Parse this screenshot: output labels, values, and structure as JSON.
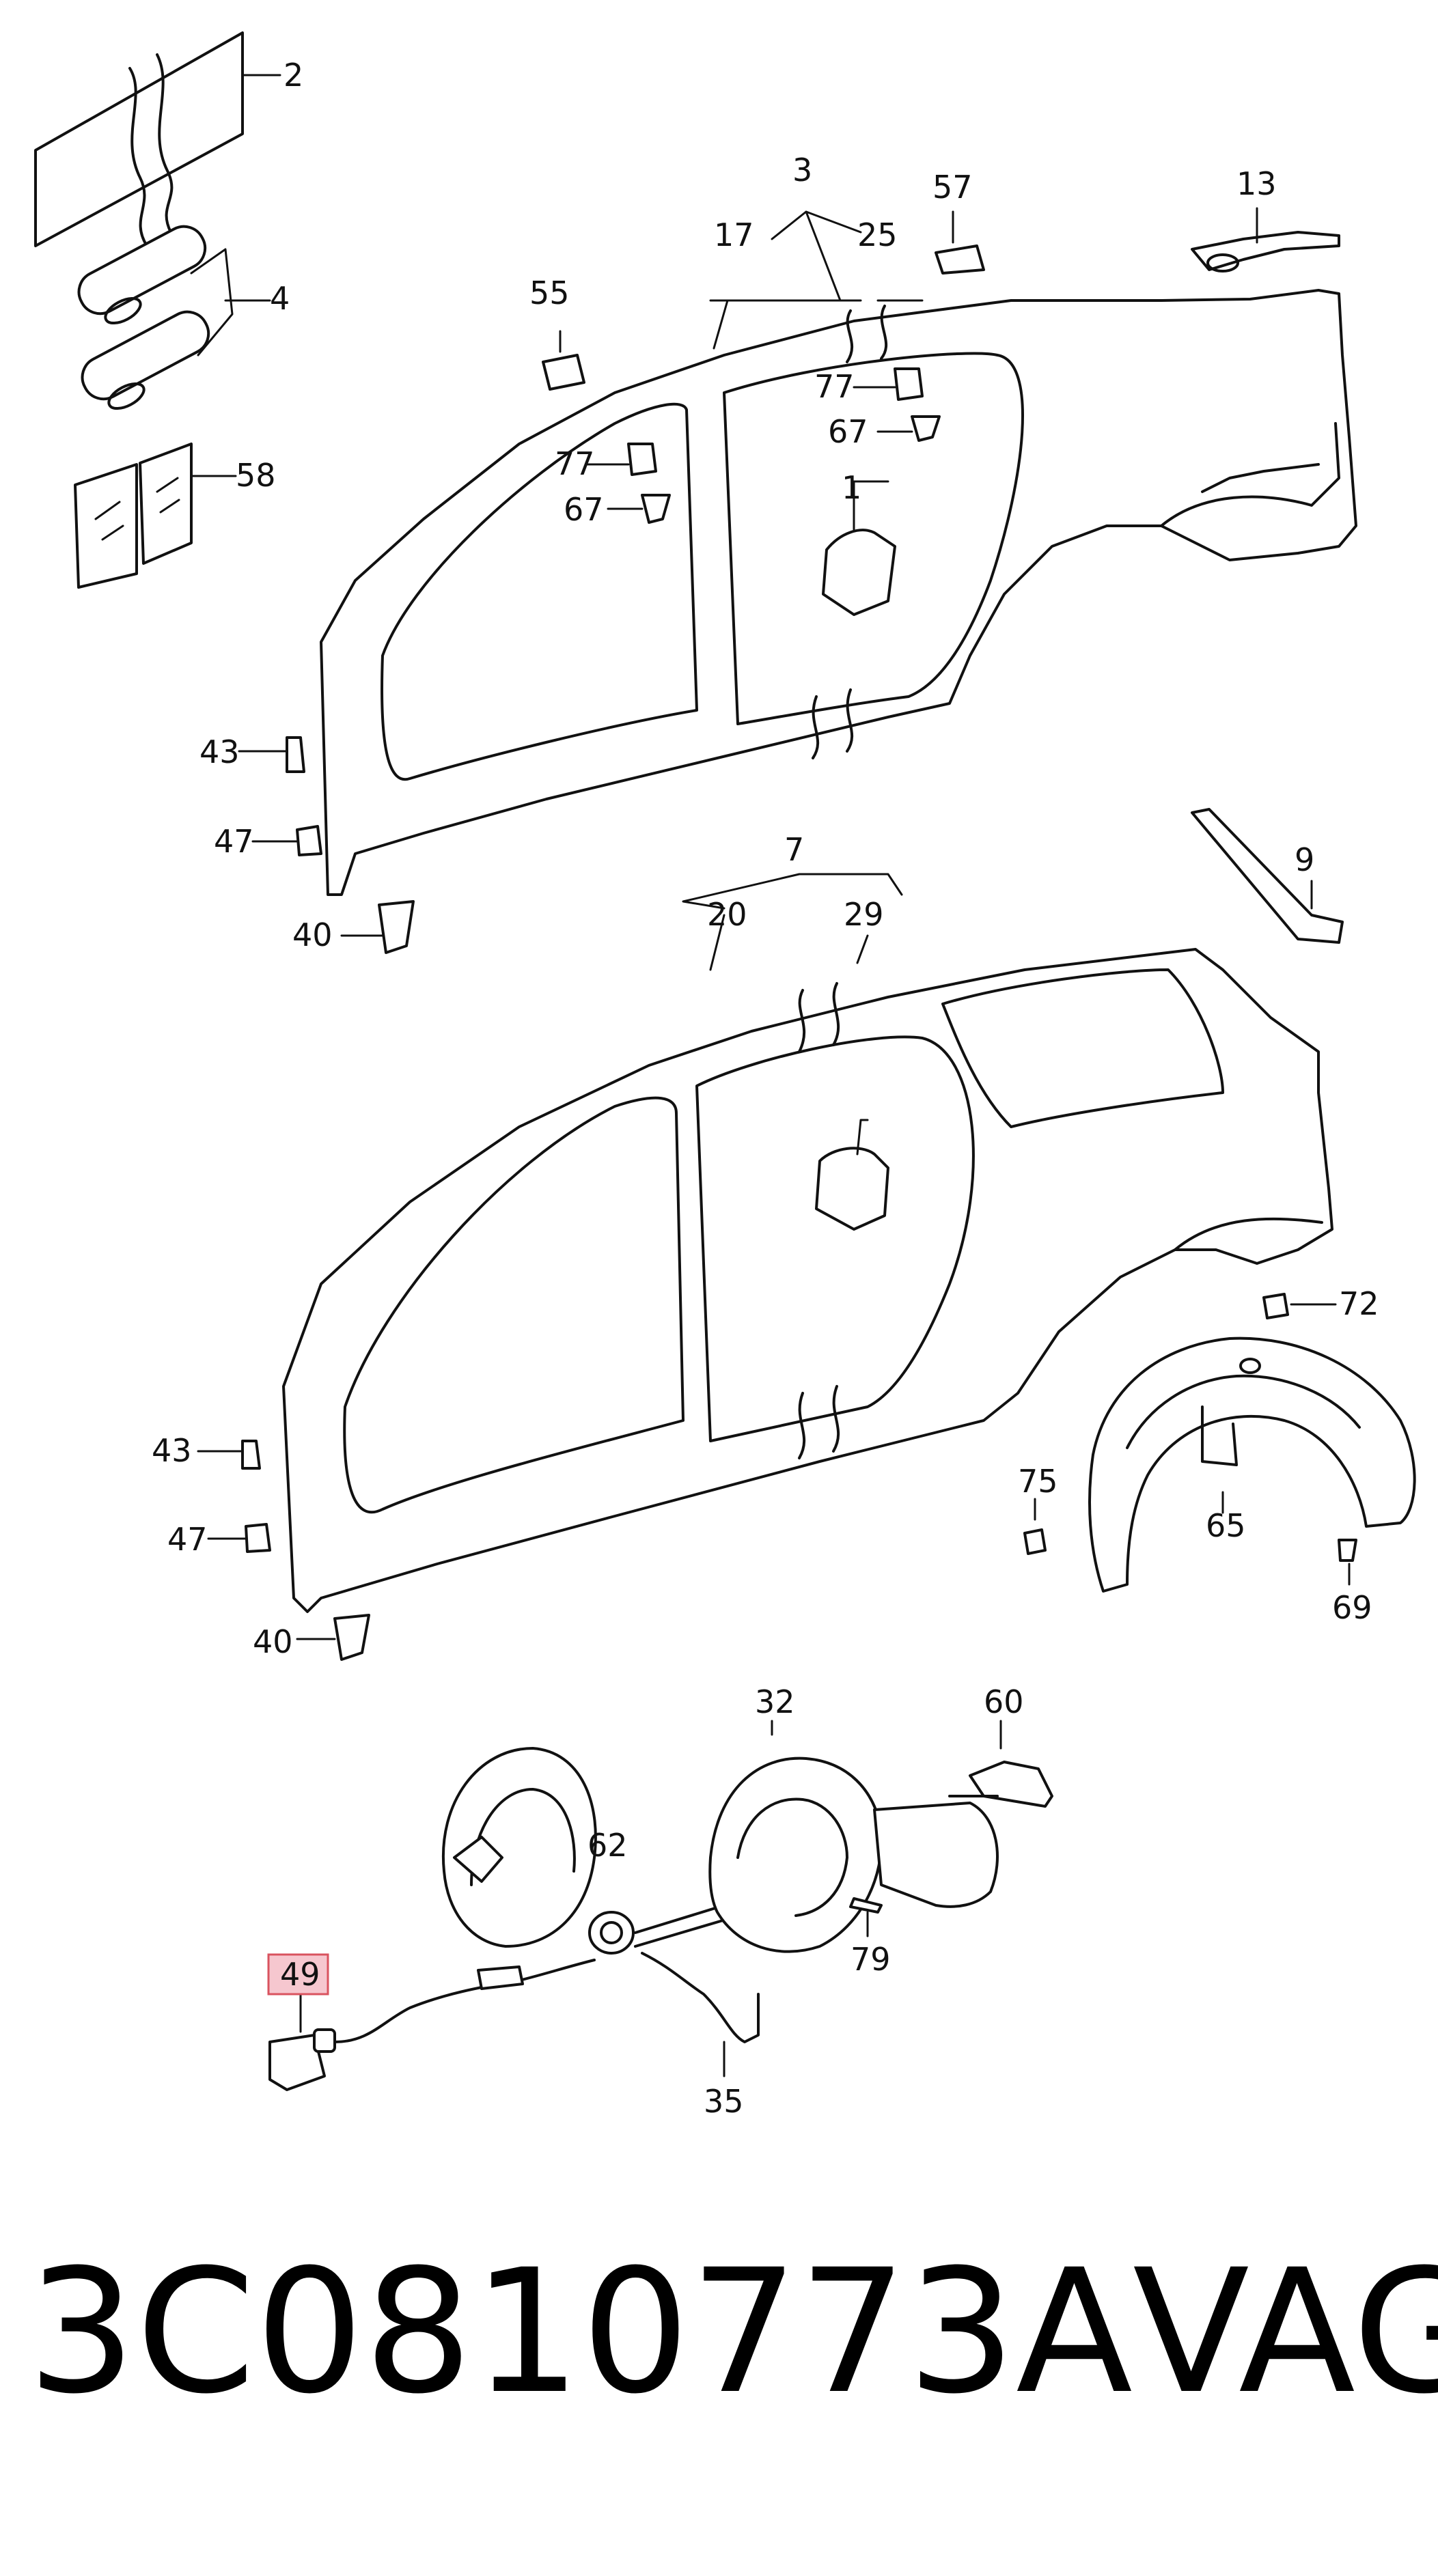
{
  "diagram": {
    "labels": {
      "l2": "2",
      "l3": "3",
      "l4": "4",
      "l13": "13",
      "l17": "17",
      "l25": "25",
      "l55": "55",
      "l57": "57",
      "l58": "58",
      "l77a": "77",
      "l67a": "67",
      "l77b": "77",
      "l67b": "67",
      "l1": "1",
      "l43a": "43",
      "l47a": "47",
      "l40a": "40",
      "l9": "9",
      "l7": "7",
      "l20": "20",
      "l29": "29",
      "l72": "72",
      "l43b": "43",
      "l47b": "47",
      "l40b": "40",
      "l75": "75",
      "l65": "65",
      "l69": "69",
      "l32": "32",
      "l60": "60",
      "l62": "62",
      "l79": "79",
      "l49": "49",
      "l35": "35"
    },
    "highlighted_part": "49",
    "colors": {
      "line": "#111111",
      "highlight_fill": "#f6c7cf",
      "highlight_border": "#d9535f"
    }
  },
  "footer": {
    "part_number": "3C0810773A",
    "brand": "VAG"
  }
}
